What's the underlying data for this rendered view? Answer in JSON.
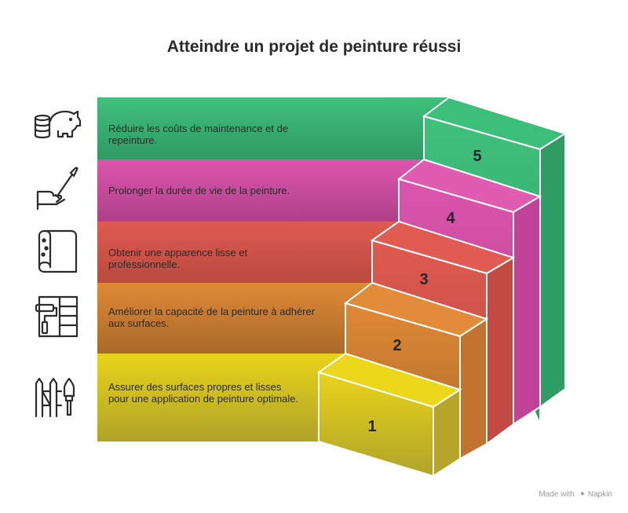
{
  "title": "Atteindre un projet de peinture réussi",
  "steps": [
    {
      "number": "1",
      "text": "Assurer des surfaces propres et lisses pour une application de peinture optimale.",
      "icon": "fence-paintbrush-icon",
      "color": "#d9c31f"
    },
    {
      "number": "2",
      "text": "Améliorer la capacité de la peinture à adhérer aux surfaces.",
      "icon": "paint-roller-wall-icon",
      "color": "#d9862e"
    },
    {
      "number": "3",
      "text": "Obtenir une apparence lisse et professionnelle.",
      "icon": "wallpaper-roll-icon",
      "color": "#d9524a"
    },
    {
      "number": "4",
      "text": "Prolonger la durée de vie de la peinture.",
      "icon": "hand-paintbrush-icon",
      "color": "#d34fa2"
    },
    {
      "number": "5",
      "text": "Réduire les coûts de maintenance et de repeinture.",
      "icon": "piggy-bank-coins-icon",
      "color": "#3fbf7a"
    }
  ],
  "watermark": {
    "prefix": "Made with",
    "brand": "Napkin"
  }
}
